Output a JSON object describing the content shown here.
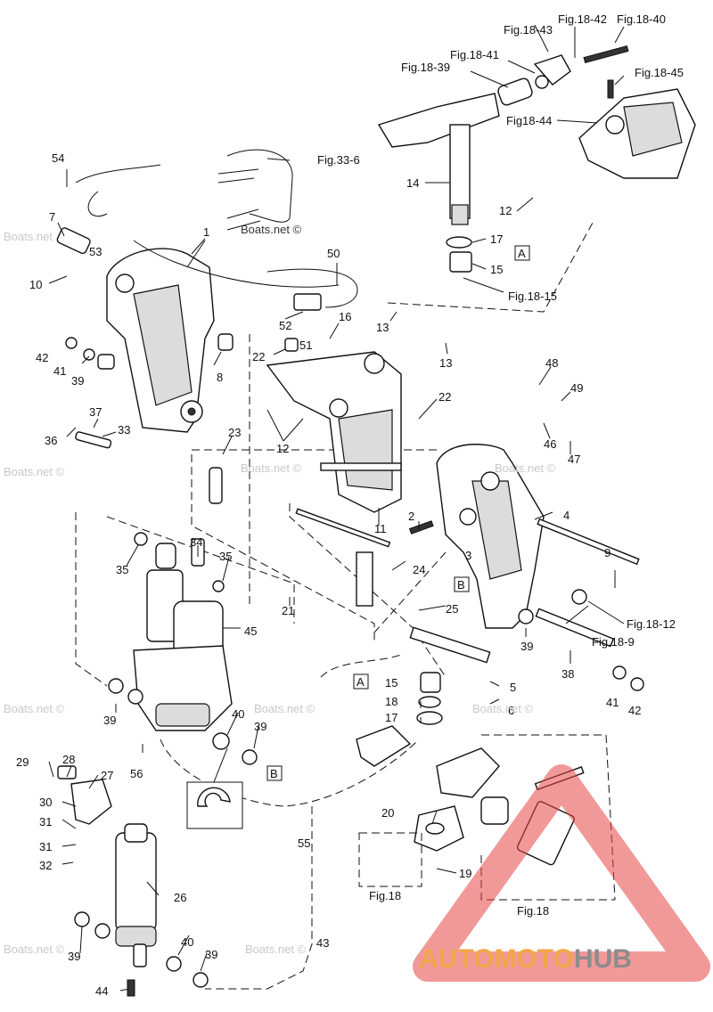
{
  "callouts": [
    {
      "text": "54"
    },
    {
      "text": "7"
    },
    {
      "text": "53"
    },
    {
      "text": "10"
    },
    {
      "text": "1"
    },
    {
      "text": "50"
    },
    {
      "text": "52"
    },
    {
      "text": "16"
    },
    {
      "text": "51"
    },
    {
      "text": "22"
    },
    {
      "text": "42"
    },
    {
      "text": "41"
    },
    {
      "text": "39"
    },
    {
      "text": "8"
    },
    {
      "text": "13"
    },
    {
      "text": "13"
    },
    {
      "text": "22"
    },
    {
      "text": "12"
    },
    {
      "text": "37"
    },
    {
      "text": "36"
    },
    {
      "text": "33"
    },
    {
      "text": "23"
    },
    {
      "text": "48"
    },
    {
      "text": "49"
    },
    {
      "text": "46"
    },
    {
      "text": "47"
    },
    {
      "text": "11"
    },
    {
      "text": "4"
    },
    {
      "text": "2"
    },
    {
      "text": "3"
    },
    {
      "text": "9"
    },
    {
      "text": "24"
    },
    {
      "text": "25"
    },
    {
      "text": "21"
    },
    {
      "text": "35"
    },
    {
      "text": "34"
    },
    {
      "text": "35"
    },
    {
      "text": "45"
    },
    {
      "text": "39"
    },
    {
      "text": "38"
    },
    {
      "text": "39"
    },
    {
      "text": "41"
    },
    {
      "text": "42"
    },
    {
      "text": "39"
    },
    {
      "text": "40"
    },
    {
      "text": "39"
    },
    {
      "text": "56"
    },
    {
      "text": "15"
    },
    {
      "text": "18"
    },
    {
      "text": "17"
    },
    {
      "text": "5"
    },
    {
      "text": "6"
    },
    {
      "text": "29"
    },
    {
      "text": "28"
    },
    {
      "text": "27"
    },
    {
      "text": "30"
    },
    {
      "text": "31"
    },
    {
      "text": "31"
    },
    {
      "text": "32"
    },
    {
      "text": "26"
    },
    {
      "text": "55"
    },
    {
      "text": "20"
    },
    {
      "text": "19"
    },
    {
      "text": "39"
    },
    {
      "text": "40"
    },
    {
      "text": "39"
    },
    {
      "text": "44"
    },
    {
      "text": "43"
    },
    {
      "text": "14"
    },
    {
      "text": "12"
    },
    {
      "text": "17"
    },
    {
      "text": "15"
    }
  ],
  "fig_refs": [
    {
      "text": "Fig.18-43"
    },
    {
      "text": "Fig.18-42"
    },
    {
      "text": "Fig.18-40"
    },
    {
      "text": "Fig.18-41"
    },
    {
      "text": "Fig.18-39"
    },
    {
      "text": "Fig.18-45"
    },
    {
      "text": "Fig18-44"
    },
    {
      "text": "Fig.33-6"
    },
    {
      "text": "Fig.18-15"
    },
    {
      "text": "Fig.18-12"
    },
    {
      "text": "Fig.18-9"
    },
    {
      "text": "Fig.18"
    },
    {
      "text": "Fig.18"
    }
  ],
  "ref_boxes": [
    {
      "text": "A"
    },
    {
      "text": "B"
    },
    {
      "text": "A"
    },
    {
      "text": "B"
    }
  ],
  "watermarks": [
    {
      "text": "Boats.net ©"
    },
    {
      "text": "Boats.net"
    },
    {
      "text": "Boats.net ©"
    },
    {
      "text": "Boats.net ©"
    },
    {
      "text": "Boats.net ©"
    },
    {
      "text": "Boats.net ©"
    },
    {
      "text": "Boats.net ©"
    },
    {
      "text": "Boats.net ©"
    },
    {
      "text": "Boats.net ©"
    },
    {
      "text": "Boats.net ©"
    }
  ],
  "logo": {
    "part1": "AUTOMOTO",
    "part2": "HUB",
    "primary_color": "#f2a64a",
    "secondary_color": "#8c8c8c",
    "triangle_color": "#e64545"
  }
}
